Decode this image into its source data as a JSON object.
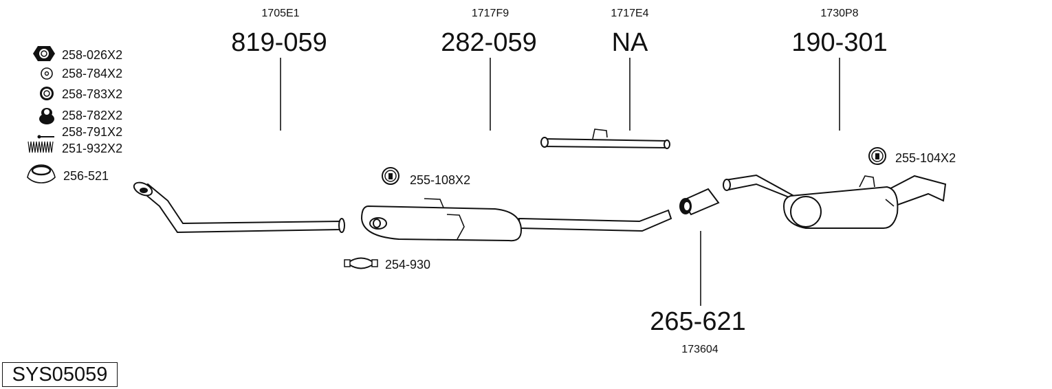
{
  "system_id": "SYS05059",
  "main_parts": [
    {
      "code": "1705E1",
      "part": "819-059"
    },
    {
      "code": "1717F9",
      "part": "282-059"
    },
    {
      "code": "1717E4",
      "part": "NA"
    },
    {
      "code": "1730P8",
      "part": "190-301"
    },
    {
      "code": "173604",
      "part": "265-621"
    }
  ],
  "fittings": [
    {
      "label": "258-026X2",
      "icon": "hex-nut-icon"
    },
    {
      "label": "258-784X2",
      "icon": "washer-icon"
    },
    {
      "label": "258-783X2",
      "icon": "spring-washer-icon"
    },
    {
      "label": "258-782X2",
      "icon": "bush-icon"
    },
    {
      "label": "258-791X2",
      "icon": "bolt-icon"
    },
    {
      "label": "251-932X2",
      "icon": "spring-icon"
    },
    {
      "label": "256-521",
      "icon": "gasket-ring-icon"
    }
  ],
  "accessories": [
    {
      "label": "255-108X2",
      "icon": "rubber-mount-icon"
    },
    {
      "label": "254-930",
      "icon": "clamp-icon"
    },
    {
      "label": "255-104X2",
      "icon": "rubber-mount-icon"
    }
  ]
}
